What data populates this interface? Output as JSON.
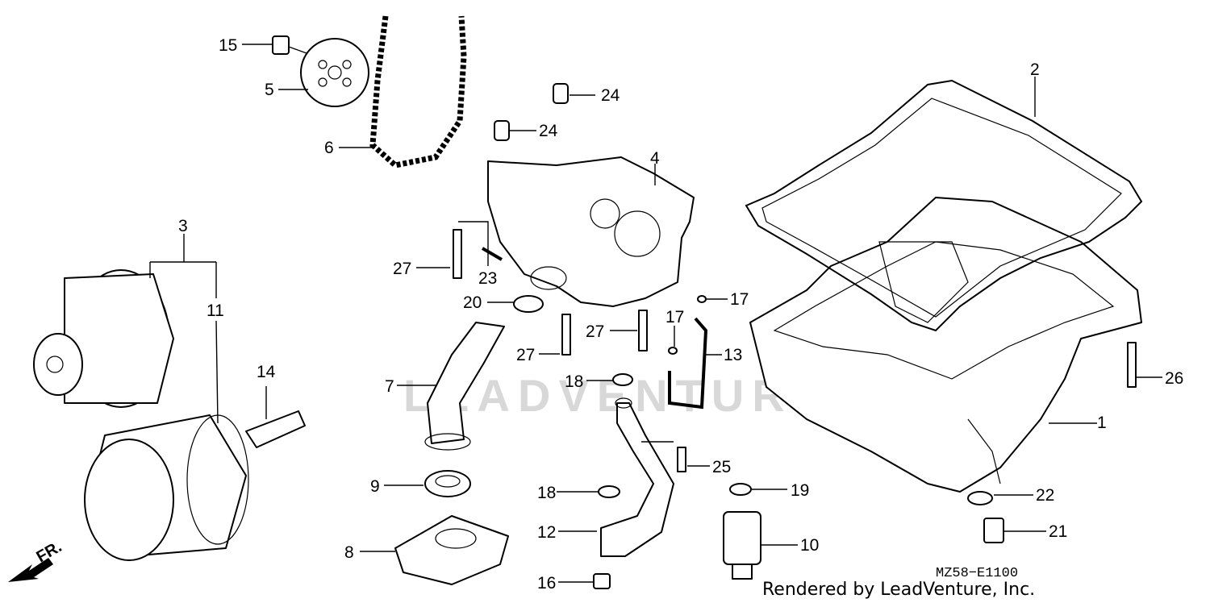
{
  "watermark": "LEADVENTURE",
  "diagram_code": "MZ58−E1100",
  "credit": "Rendered by LeadVenture, Inc.",
  "front_marker": "FR.",
  "callouts": {
    "c1": "1",
    "c2": "2",
    "c3": "3",
    "c4": "4",
    "c5": "5",
    "c6": "6",
    "c7": "7",
    "c8": "8",
    "c9": "9",
    "c10": "10",
    "c11": "11",
    "c12": "12",
    "c13": "13",
    "c14": "14",
    "c15": "15",
    "c16": "16",
    "c17a": "17",
    "c17b": "17",
    "c18a": "18",
    "c18b": "18",
    "c19": "19",
    "c20": "20",
    "c21": "21",
    "c22": "22",
    "c23": "23",
    "c24a": "24",
    "c24b": "24",
    "c25": "25",
    "c26": "26",
    "c27a": "27",
    "c27b": "27",
    "c27c": "27"
  }
}
